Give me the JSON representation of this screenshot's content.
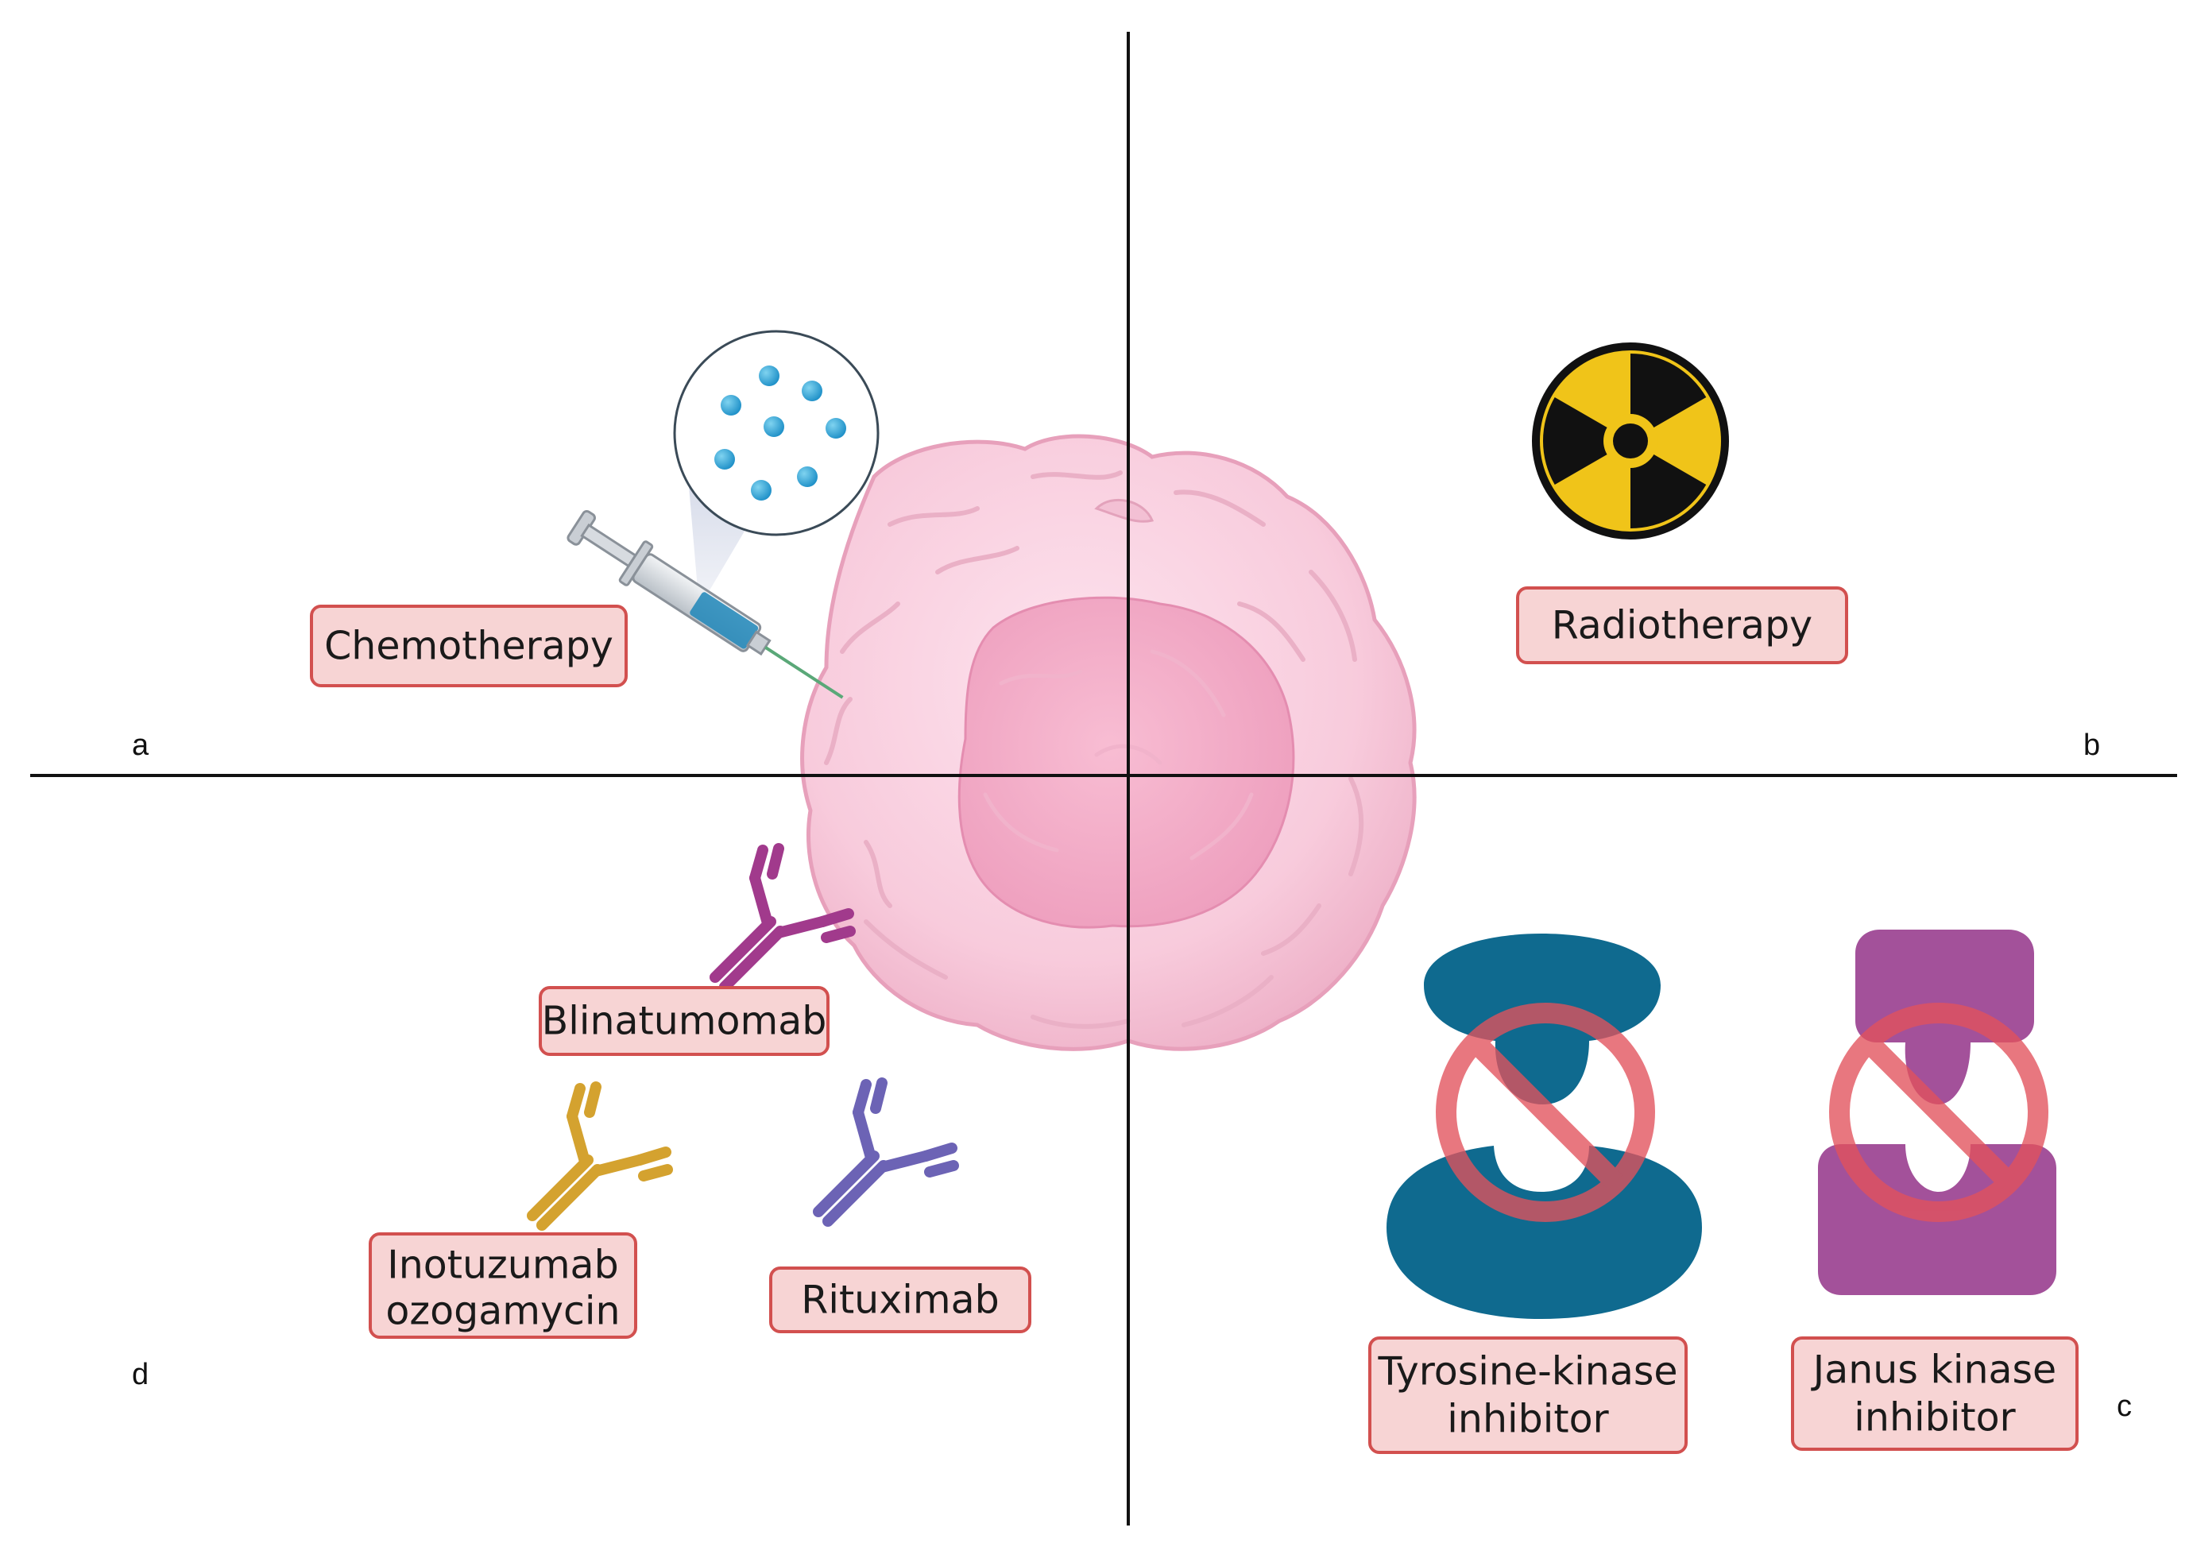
{
  "figure": {
    "quadrant_letters": {
      "a": "a",
      "b": "b",
      "c": "c",
      "d": "d"
    },
    "labels": {
      "chemotherapy": "Chemotherapy",
      "radiotherapy": "Radiotherapy",
      "blinatumomab": "Blinatumomab",
      "inotuzumab_line1": "Inotuzumab",
      "inotuzumab_line2": "ozogamycin",
      "rituximab": "Rituximab",
      "tki_line1": "Tyrosine-kinase",
      "tki_line2": "inhibitor",
      "jak_line1": "Janus kinase",
      "jak_line2": "inhibitor"
    },
    "icons": [
      "syringe-icon",
      "drug-particles-icon",
      "radiation-hazard-icon",
      "cancer-cell-icon",
      "antibody-icon",
      "tyrosine-kinase-icon",
      "janus-kinase-icon",
      "prohibition-icon"
    ],
    "colors": {
      "label_fill": "#f7d4d4",
      "label_border": "#d2504f",
      "cell": "#f6c8d8",
      "nucleus": "#f2a9c4",
      "radiation_yellow": "#f0c419",
      "tki_blue": "#0f6a8f",
      "jak_purple": "#a3519a",
      "blinatumomab_antibody": "#a13a8c",
      "inotuzumab_antibody": "#d4a22f",
      "rituximab_antibody": "#6c63b5",
      "prohibition": "#e2525c"
    }
  }
}
